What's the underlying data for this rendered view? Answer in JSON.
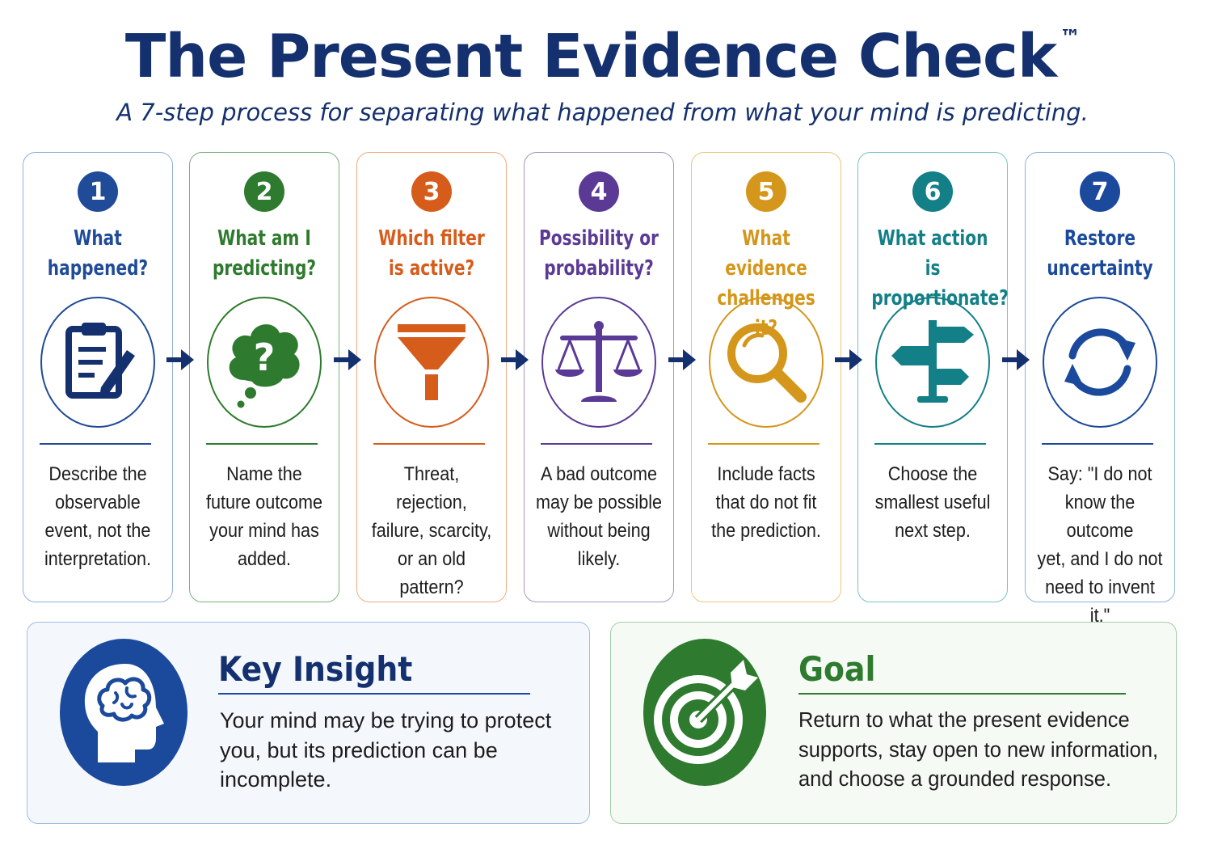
{
  "header": {
    "title": "The Present Evidence Check",
    "trademark": "™",
    "subtitle": "A 7-step process for separating what happened from what your mind is predicting."
  },
  "steps": [
    {
      "number": "1",
      "title_line1": "What",
      "title_line2": "happened?",
      "icon": "clipboard-pencil-icon",
      "color": "#1f4b99",
      "desc": [
        "Describe the",
        "observable",
        "event, not the",
        "interpretation."
      ]
    },
    {
      "number": "2",
      "title_line1": "What am I",
      "title_line2": "predicting?",
      "icon": "thought-bubble-question-icon",
      "color": "#2e7a2e",
      "desc": [
        "Name the",
        "future outcome",
        "your mind has",
        "added."
      ]
    },
    {
      "number": "3",
      "title_line1": "Which filter",
      "title_line2": "is active?",
      "icon": "funnel-icon",
      "color": "#d65c1b",
      "desc": [
        "Threat, rejection,",
        "failure, scarcity,",
        "or an old",
        "pattern?"
      ]
    },
    {
      "number": "4",
      "title_line1": "Possibility or",
      "title_line2": "probability?",
      "icon": "balance-scale-icon",
      "color": "#5b3a96",
      "desc": [
        "A bad outcome",
        "may be possible",
        "without being",
        "likely."
      ]
    },
    {
      "number": "5",
      "title_line1": "What evidence",
      "title_line2": "challenges it?",
      "icon": "magnifying-glass-icon",
      "color": "#d4961b",
      "desc": [
        "Include facts",
        "that do not fit",
        "the prediction."
      ]
    },
    {
      "number": "6",
      "title_line1": "What action is",
      "title_line2": "proportionate?",
      "icon": "signpost-icon",
      "color": "#137f86",
      "desc": [
        "Choose the",
        "smallest useful",
        "next step."
      ]
    },
    {
      "number": "7",
      "title_line1": "Restore",
      "title_line2": "uncertainty",
      "icon": "refresh-cycle-icon",
      "color": "#1b4a9c",
      "desc": [
        "Say: \"I do not",
        "know the outcome",
        "yet, and I do not",
        "need to invent it.\""
      ]
    }
  ],
  "key_insight": {
    "title": "Key Insight",
    "icon": "brain-head-icon",
    "color": "#1b4a9c",
    "text": [
      "Your mind may be trying to protect",
      "you, but its prediction can be",
      "incomplete."
    ]
  },
  "goal": {
    "title": "Goal",
    "icon": "target-arrow-icon",
    "color": "#2e7a2e",
    "text": [
      "Return to what the present evidence",
      "supports, stay open to new information,",
      "and choose a grounded response."
    ]
  }
}
